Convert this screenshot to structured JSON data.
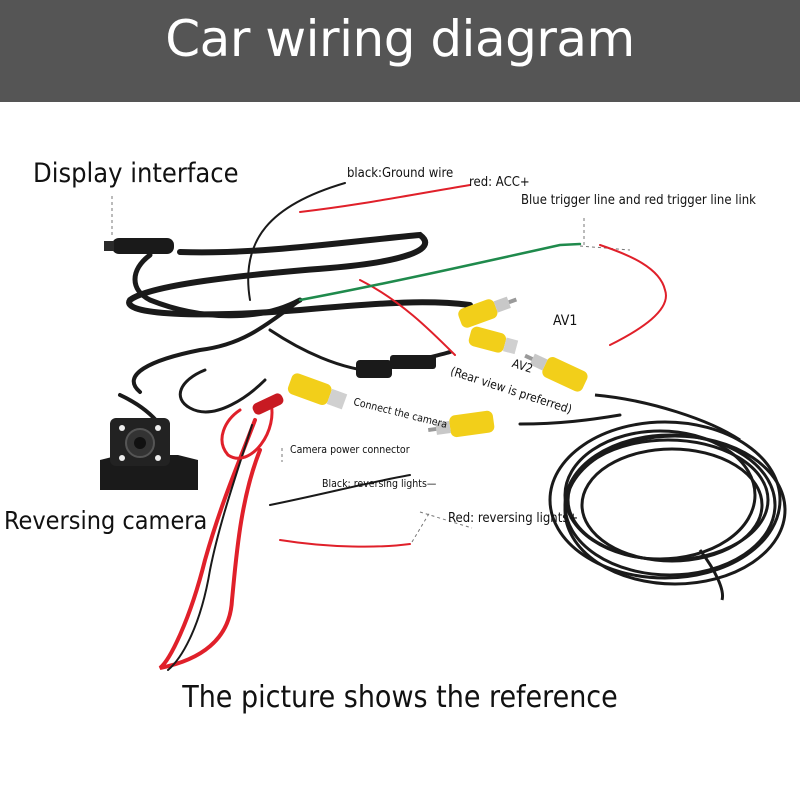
{
  "title": "Car wiring diagram",
  "labels": {
    "display_interface": "Display interface",
    "ground_wire": "black:Ground wire",
    "acc": "red:  ACC+",
    "trigger_link": "Blue trigger line and red trigger line link",
    "av1": "AV1",
    "av2": "AV2",
    "rear_view": "(Rear view is preferred)",
    "connect_camera": "Connect the camera",
    "camera_power": "Camera power connector",
    "black_reversing": "Black: reversing lights—",
    "red_reversing": "Red: reversing lights+",
    "reversing_camera": "Reversing camera"
  },
  "caption": "The picture shows the reference",
  "colors": {
    "header": "#555555",
    "cable": "#1a1a1a",
    "red_wire": "#e0202a",
    "green_wire": "#1f8a4c",
    "rca_yellow": "#f2cf1a"
  }
}
